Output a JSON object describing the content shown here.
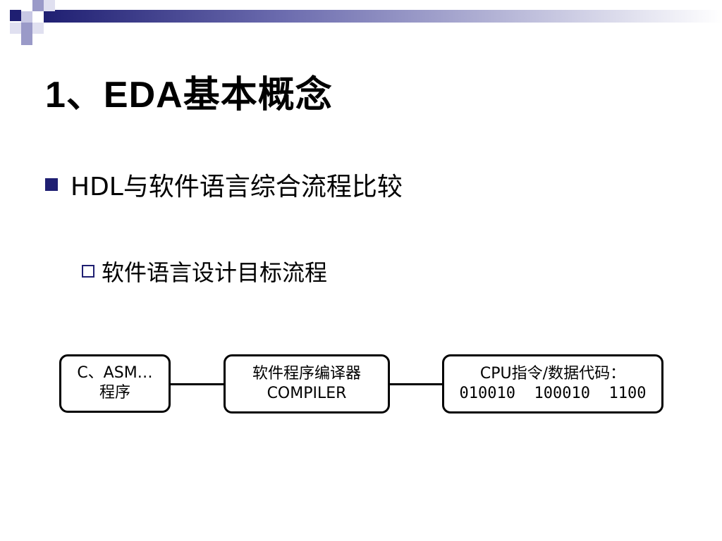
{
  "slide": {
    "title": "1、EDA基本概念",
    "bullet_level1": "HDL与软件语言综合流程比较",
    "bullet_level2": "软件语言设计目标流程"
  },
  "flow": {
    "box1": {
      "line1": "C、ASM…",
      "line2": "程序"
    },
    "box2": {
      "line1": "软件程序编译器",
      "line2": "COMPILER"
    },
    "box3": {
      "line1": "CPU指令/数据代码：",
      "line2": "010010  100010  1100"
    }
  },
  "colors": {
    "accent": "#1f1f72",
    "corner_light": "#9a9ac8",
    "box_border": "#000000"
  }
}
